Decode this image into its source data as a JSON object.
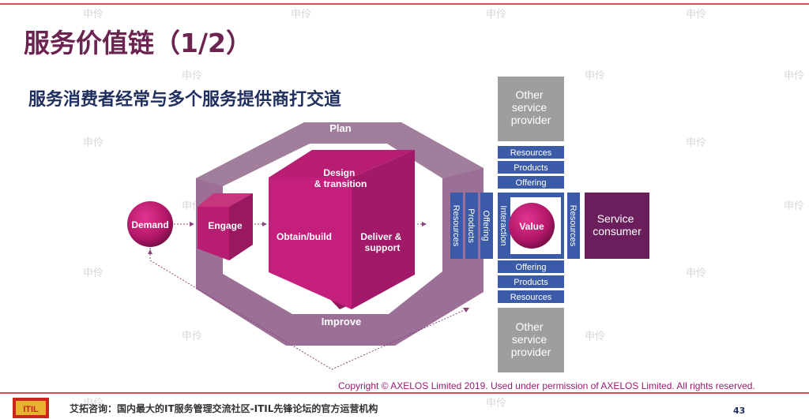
{
  "slide": {
    "title": "服务价值链（1/2）",
    "subtitle": "服务消费者经常与多个服务提供商打交道",
    "copyright": "Copyright © AXELOS Limited 2019. Used under permission of AXELOS Limited. All rights reserved.",
    "footer": "艾拓咨询：国内最大的IT服务管理交流社区-ITIL先锋论坛的官方运营机构",
    "page_number": "43",
    "watermark": "申伶",
    "logo_text": "ITIL"
  },
  "diagram": {
    "demand": "Demand",
    "plan": "Plan",
    "improve": "Improve",
    "engage": "Engage",
    "design_transition": [
      "Design",
      "& transition"
    ],
    "obtain_build": "Obtain/build",
    "deliver_support": [
      "Deliver &",
      "support"
    ],
    "value": "Value",
    "vertical_left": [
      "Resources",
      "Products",
      "Offering",
      "Interaction"
    ],
    "vertical_right": "Resources",
    "top_stack": [
      "Resources",
      "Products",
      "Offering"
    ],
    "bottom_stack": [
      "Offering",
      "Products",
      "Resources"
    ],
    "other_provider_top": [
      "Other",
      "service",
      "provider"
    ],
    "other_provider_bottom": [
      "Other",
      "service",
      "provider"
    ],
    "service_consumer": [
      "Service",
      "consumer"
    ]
  },
  "colors": {
    "title": "#6b2350",
    "subtitle": "#1f2f5f",
    "frame": "#9b6f96",
    "cube_front": "#c41f7c",
    "cube_top": "#b81d72",
    "cube_side": "#8f1859",
    "blue": "#3b5ba9",
    "gray_box": "#9e9e9e",
    "consumer": "#6a1f5c",
    "accent_line": "#e04a55"
  }
}
